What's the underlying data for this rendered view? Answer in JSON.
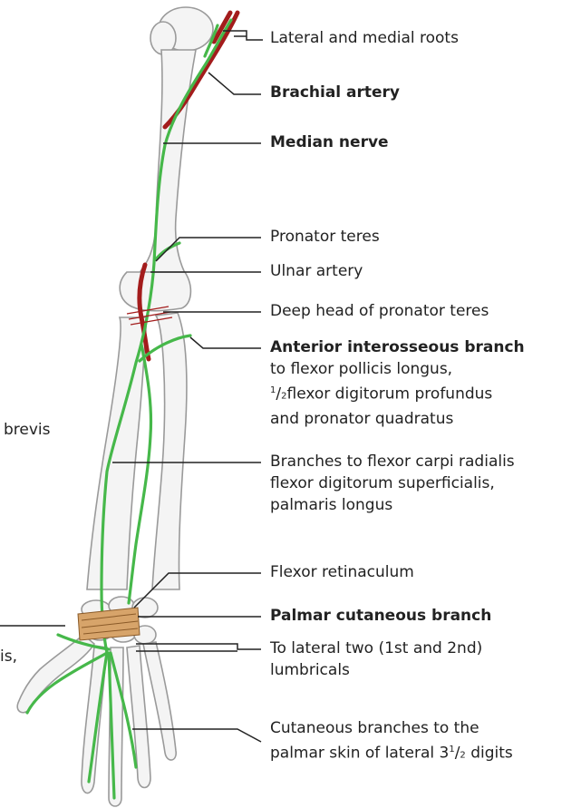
{
  "labels": {
    "lateral_medial_roots": "Lateral and medial roots",
    "brachial_artery": "Brachial artery",
    "median_nerve": "Median nerve",
    "pronator_teres": "Pronator teres",
    "ulnar_artery": "Ulnar artery",
    "deep_head": "Deep head of pronator teres",
    "anterior_interosseous": {
      "title": "Anterior interosseous branch",
      "line1": "to flexor pollicis longus,",
      "line2_num": "1",
      "line2_den": "2",
      "line2_text": "flexor digitorum profundus",
      "line3": "and pronator quadratus"
    },
    "branches_flexor": {
      "line1": "Branches to flexor carpi radialis",
      "line2": "flexor digitorum superficialis,",
      "line3": "palmaris longus"
    },
    "flexor_retinaculum": "Flexor retinaculum",
    "palmar_cutaneous": "Palmar cutaneous branch",
    "lumbricals": {
      "line1": "To lateral two (1st and 2nd)",
      "line2": "lumbricals"
    },
    "cutaneous_digits": {
      "line1": "Cutaneous branches to the",
      "line2_text": "palmar skin of lateral 3",
      "line2_num": "1",
      "line2_den": "2",
      "line2_end": " digits"
    },
    "left_edge_1": "brevis",
    "left_edge_2": "is,"
  },
  "colors": {
    "nerve": "#46b84a",
    "artery": "#a31c1c",
    "bone_fill": "#f4f4f4",
    "bone_stroke": "#9a9a9a",
    "retinaculum": "#d7a46a",
    "leader": "#222222"
  }
}
